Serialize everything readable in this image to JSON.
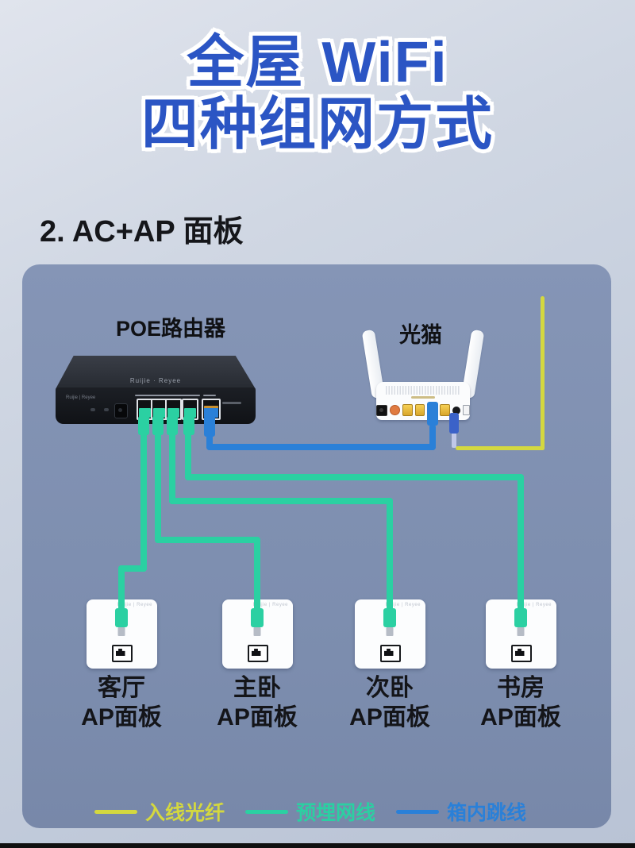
{
  "colors": {
    "title": "#2b55c4",
    "fiber": "#d4d83f",
    "lan": "#2bd0a2",
    "jumper": "#2a80d8",
    "board": "#7e8fb0"
  },
  "title": {
    "line1": "全屋 WiFi",
    "line2": "四种组网方式"
  },
  "section": {
    "label": "2. AC+AP 面板"
  },
  "diagram": {
    "router": {
      "label": "POE路由器",
      "brand": "Ruijie · Reyee",
      "brand_side": "Ruijie | Reyee"
    },
    "modem": {
      "label": "光猫"
    },
    "panels": [
      {
        "room": "客厅",
        "type": "AP面板",
        "brand": "Ruijie | Reyee"
      },
      {
        "room": "主卧",
        "type": "AP面板",
        "brand": "Ruijie | Reyee"
      },
      {
        "room": "次卧",
        "type": "AP面板",
        "brand": "Ruijie | Reyee"
      },
      {
        "room": "书房",
        "type": "AP面板",
        "brand": "Ruijie | Reyee"
      }
    ]
  },
  "legend": {
    "items": [
      {
        "label": "入线光纤",
        "color_key": "fiber"
      },
      {
        "label": "预埋网线",
        "color_key": "lan"
      },
      {
        "label": "箱内跳线",
        "color_key": "jumper"
      }
    ]
  }
}
